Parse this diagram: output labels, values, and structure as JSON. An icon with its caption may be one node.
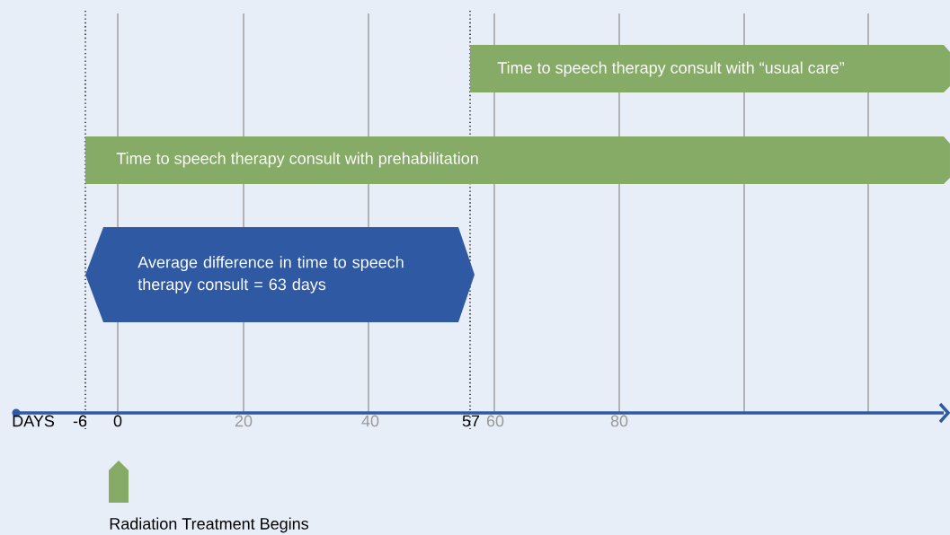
{
  "diagram": {
    "nodes": [
      {
        "text": [
          "Time to speech therapy consult with “usual care”"
        ]
      },
      {
        "text": [
          "Time to speech therapy consult with prehabilitation"
        ]
      },
      {
        "text": [
          "Average difference in time to speech therapy consult = 63 days"
        ]
      }
    ],
    "labels": [
      "DAYS",
      "-6",
      "0",
      "20",
      "40",
      "57",
      "60",
      "80",
      "Radiation Treatment Begins"
    ]
  }
}
